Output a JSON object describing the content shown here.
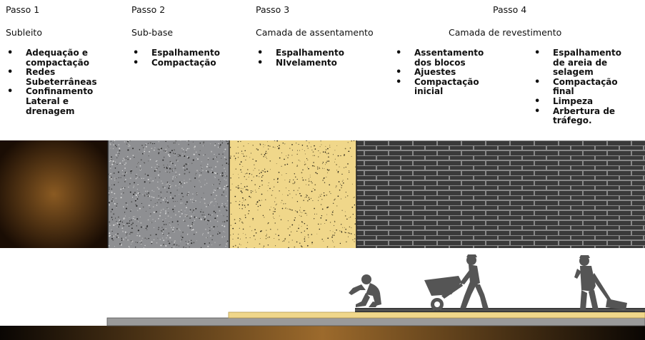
{
  "steps": [
    {
      "step_label": "Passo 1",
      "layer_title": "Subleito",
      "items": [
        "Adequação e\ncompactação",
        "Redes\nSubeterrâneas",
        "Confinamento\nLateral e\ndrenagem"
      ]
    },
    {
      "step_label": "Passo 2",
      "layer_title": "Sub-base",
      "items": [
        "Espalhamento",
        "Compactação"
      ]
    },
    {
      "step_label": "Passo 3",
      "layer_title": "Camada de assentamento",
      "items": [
        "Espalhamento",
        "NIvelamento"
      ]
    },
    {
      "step_label": "Passo 4",
      "layer_title": "Camada de revestimento",
      "items_left": [
        "Assentamento\ndos blocos",
        "Ajuestes",
        "Compactação\ninicial"
      ],
      "items_right": [
        "Espalhamento\nde areia de\nselagem",
        "Compactação\nfinal",
        "Limpeza",
        "Arbertura de\ntráfego."
      ]
    }
  ],
  "colors": {
    "soil_center": "#8a5a22",
    "soil_edge": "#1a0d04",
    "gravel": "#8e8f92",
    "sand": "#f0d78a",
    "brick": "#3a3a3a",
    "mortar": "#888888",
    "worker": "#555555"
  },
  "icons": [
    "crouching-worker-icon",
    "wheelbarrow-worker-icon",
    "tamping-worker-icon"
  ]
}
